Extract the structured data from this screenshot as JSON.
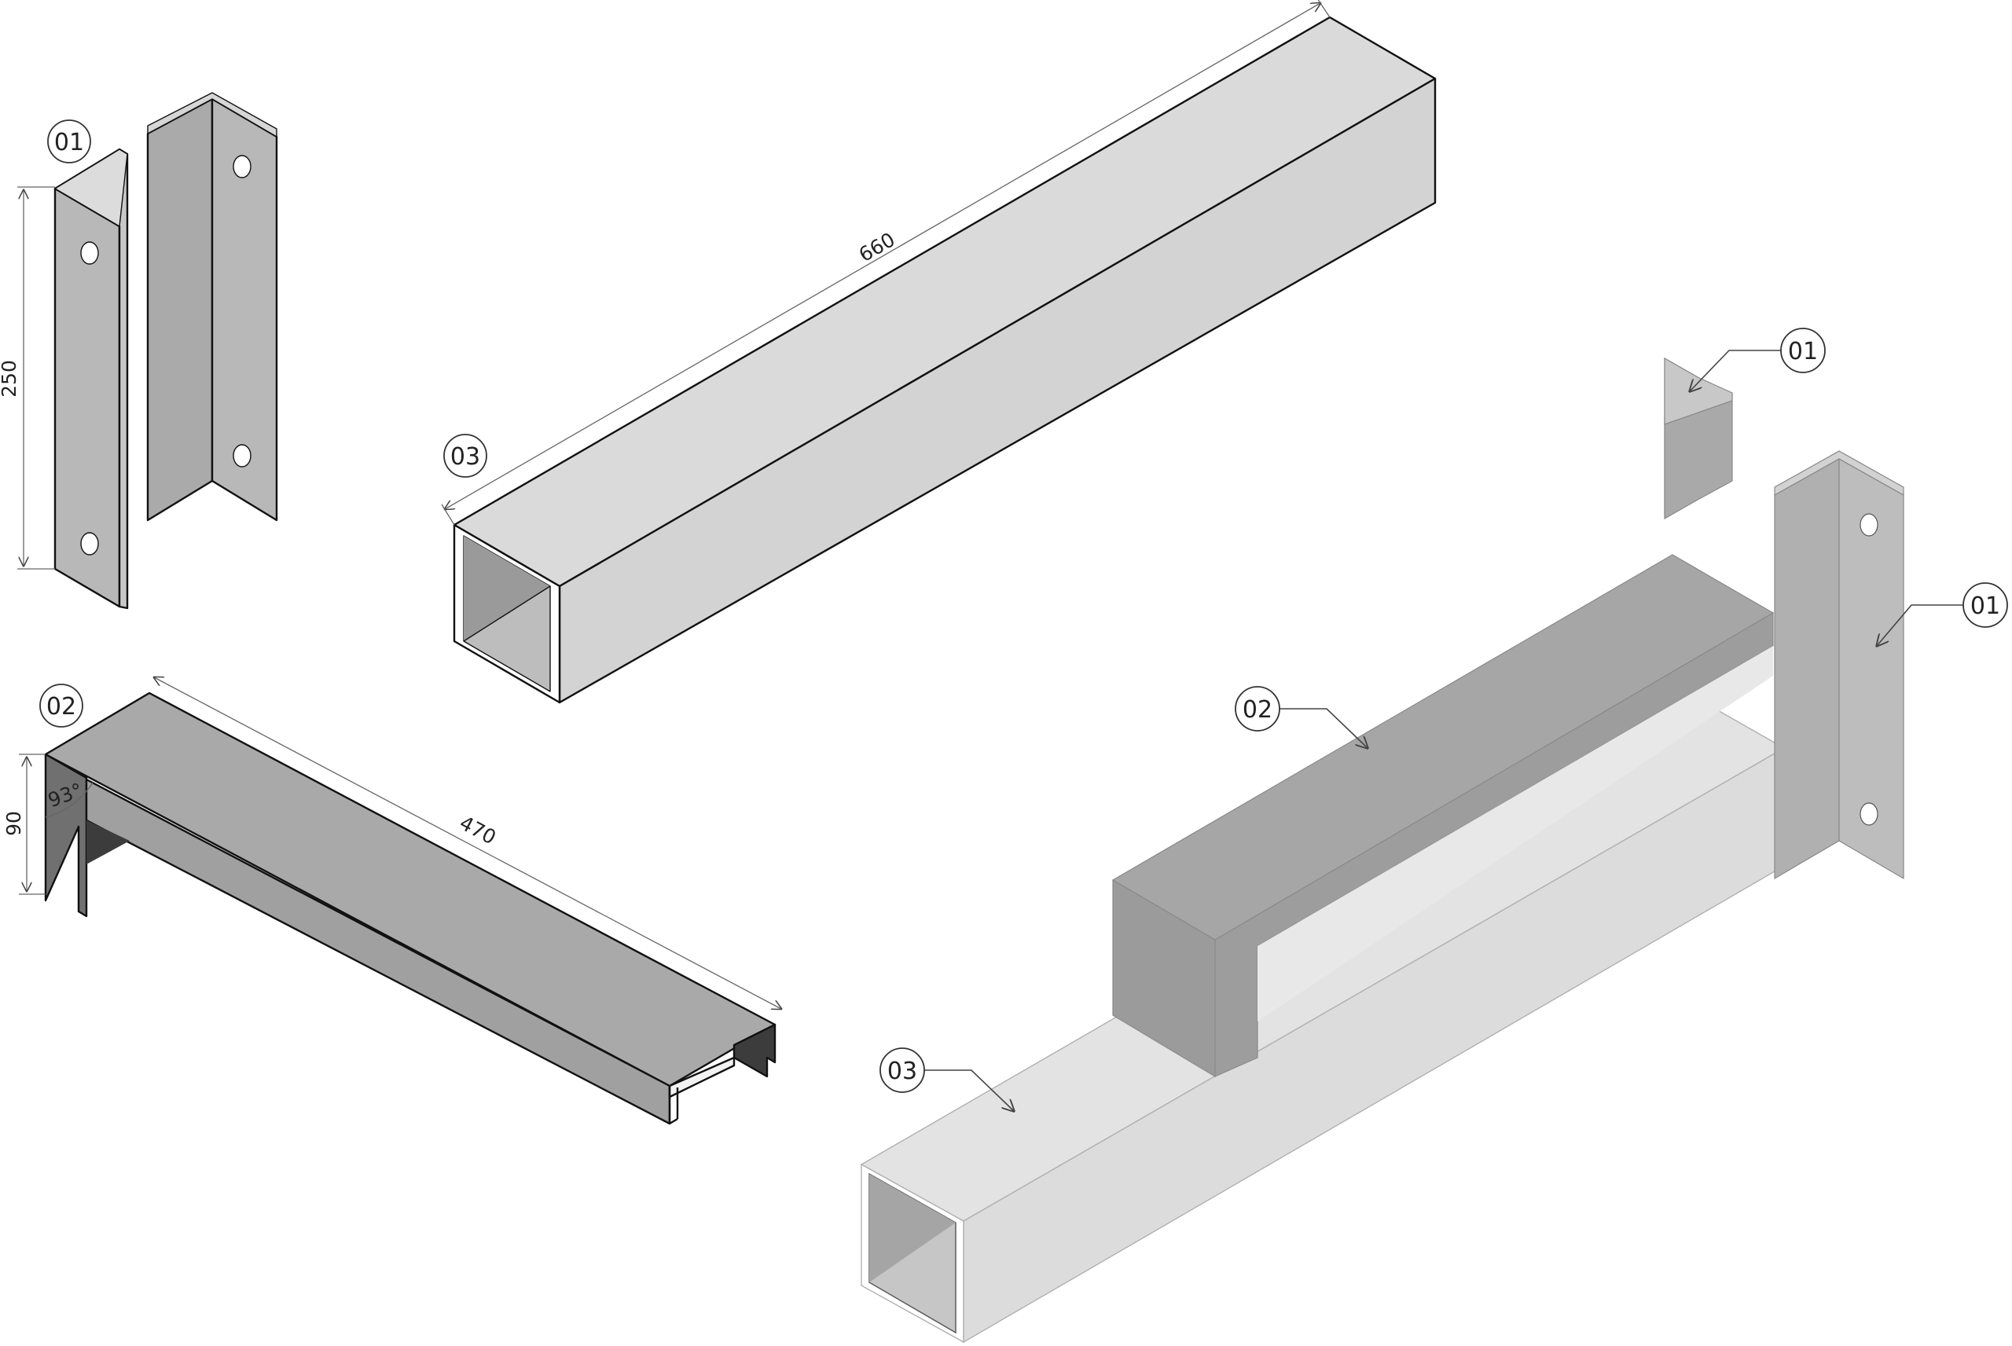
{
  "labels": {
    "part_01": "01",
    "part_02": "02",
    "part_03": "03"
  },
  "dimensions": {
    "bracket_height": "250",
    "tube_length": "660",
    "channel_length": "470",
    "channel_height": "90",
    "channel_angle": "93°"
  },
  "colors": {
    "background": "#ffffff",
    "tube_light": "#d9d9d9",
    "tube_inner": "#bdbdbd",
    "tube_inner_dark": "#9a9a9a",
    "channel_top": "#a9a9a9",
    "channel_dark": "#6f6f6f",
    "channel_inner": "#3c3c3c",
    "bracket": "#b8b8b8",
    "bracket_dark": "#9c9c9c",
    "edge": "#111111"
  }
}
